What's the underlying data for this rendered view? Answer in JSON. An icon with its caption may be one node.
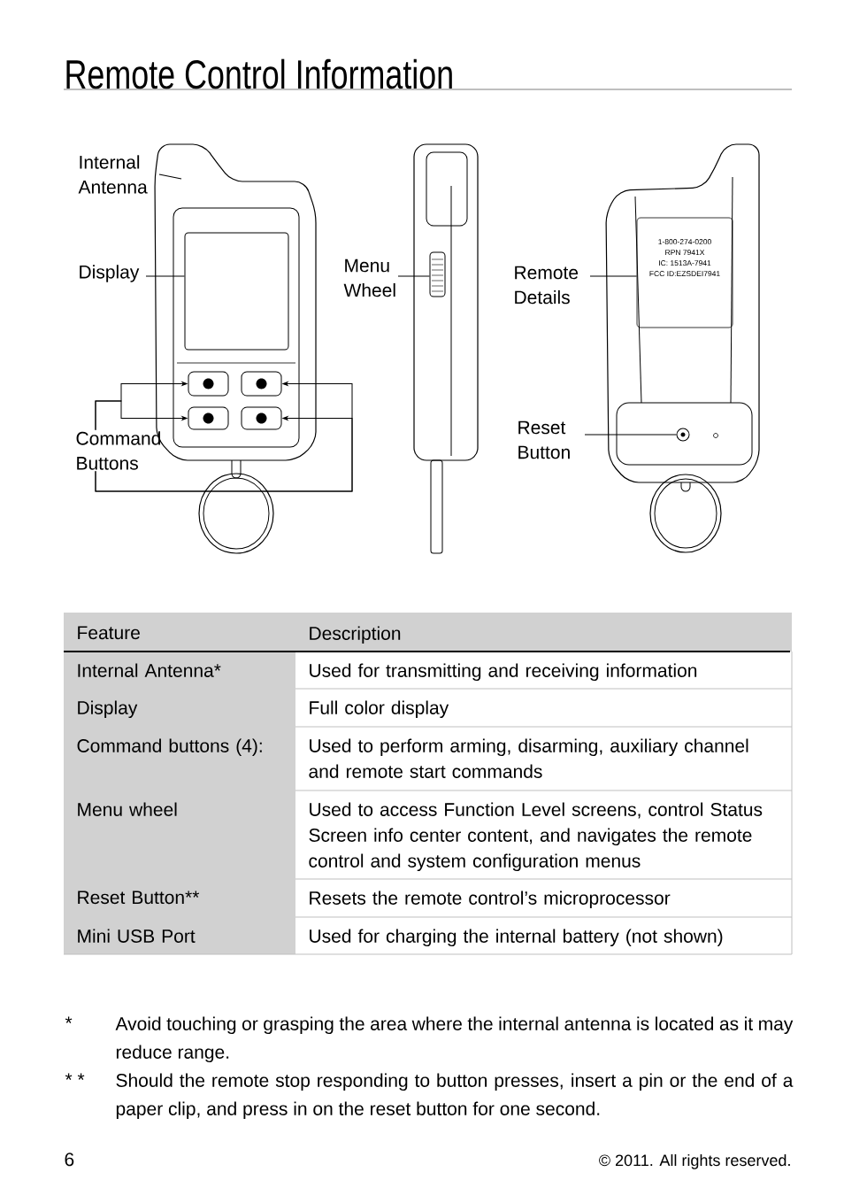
{
  "diagram": {
    "title": "Remote Control Information",
    "nodes": [
      {
        "text": [
          "Internal Antenna"
        ]
      },
      {
        "text": [
          "Display"
        ]
      },
      {
        "text": [
          "Command Buttons"
        ]
      },
      {
        "text": [
          "Menu Wheel"
        ]
      },
      {
        "text": [
          "Remote Details"
        ]
      },
      {
        "text": [
          "Reset Button"
        ]
      },
      {
        "text": [],
        "shape": "box"
      },
      {
        "text": [],
        "shape": "box"
      },
      {
        "text": [],
        "shape": "box"
      },
      {
        "text": [],
        "shape": "box"
      },
      {
        "text": [],
        "shape": "box"
      },
      {
        "text": [],
        "shape": "box"
      },
      {
        "text": [
          "1-800-274-0200",
          "RPN  7941X",
          "IC: 1513A-7941",
          "FCC ID:EZSDEI7941"
        ]
      },
      {
        "text": [],
        "shape": "circle"
      }
    ],
    "edges": [
      {
        "from": 0,
        "to": null,
        "arrow": "none"
      },
      {
        "from": 1,
        "to": 6,
        "arrow": "none"
      },
      {
        "from": 2,
        "to": 7,
        "arrow": "to"
      },
      {
        "from": 2,
        "to": 9,
        "arrow": "to"
      },
      {
        "from": 2,
        "to": 8,
        "arrow": "to"
      },
      {
        "from": 2,
        "to": 10,
        "arrow": "to"
      },
      {
        "from": 3,
        "to": 11,
        "arrow": "none"
      },
      {
        "from": 4,
        "to": 12,
        "arrow": "none"
      },
      {
        "from": 5,
        "to": 13,
        "arrow": "none"
      }
    ],
    "labels": [
      "Feature",
      "Description",
      "Internal Antenna*",
      "Used for transmitting and receiving information",
      "Display",
      "Full color display",
      "Command buttons (4):",
      "Used to perform arming, disarming, auxiliary channel and remote start commands",
      "Menu wheel",
      "Used to access Function Level screens, control Status Screen info center content, and navigates the remote control and system configuration menus",
      "Reset Button**",
      "Resets the remote control’s microprocessor",
      "Mini USB Port",
      "Used for charging the internal battery (not shown)",
      "*",
      "Avoid touching or grasping the area where the internal antenna is located as it may reduce range.",
      "* *",
      "Should the remote stop responding to button presses, insert a pin or the end of a paper clip, and press in on the reset button for one second.",
      "6",
      "© 2011. All rights reserved."
    ]
  }
}
